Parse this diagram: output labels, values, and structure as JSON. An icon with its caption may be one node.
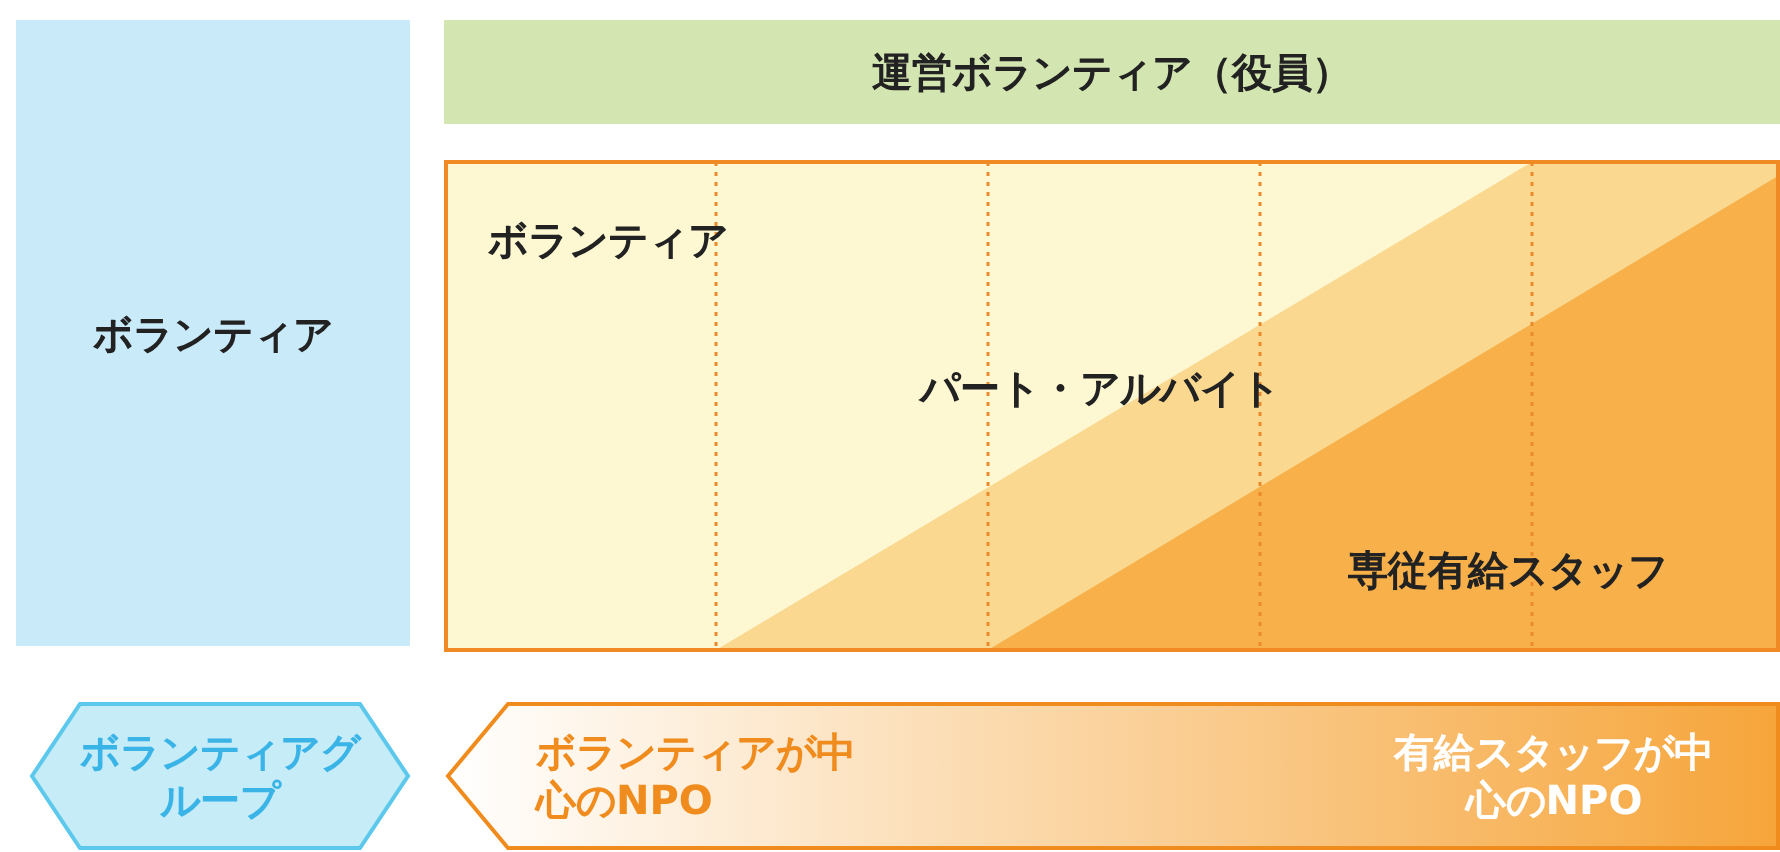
{
  "diagram": {
    "nodes": [
      {
        "text": [
          "ボランティア"
        ]
      },
      {
        "text": [
          "運営ボランティア（役員）"
        ]
      },
      {
        "text": [
          "ボランティア",
          "パート・アルバイト",
          "専従有給スタッフ"
        ]
      },
      {
        "text": [
          "ボランティアグループ"
        ]
      },
      {
        "text": [
          "ボランティアが中心のNPO",
          "有給スタッフが中心のNPO"
        ]
      }
    ]
  }
}
